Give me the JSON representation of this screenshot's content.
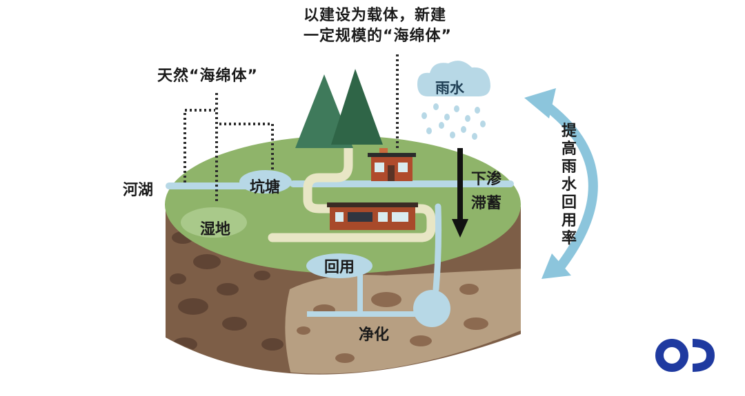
{
  "labels": {
    "built_sponge_line1": "以建设为载体，新建",
    "built_sponge_line2": "一定规模的“海绵体”",
    "natural_sponge": "天然“海绵体”",
    "rain": "雨水",
    "rivers_lakes": "河湖",
    "pond": "坑塘",
    "wetland": "湿地",
    "infiltrate": "下渗",
    "detain": "滞蓄",
    "reuse": "回用",
    "purify": "净化",
    "improve_reuse_rate": "提高雨水回用率"
  },
  "logo": {
    "text": "OD"
  },
  "colors": {
    "grass": "#8fb46a",
    "grass_light": "#a9c98a",
    "soil_top": "#b79f82",
    "soil_dark": "#7d5e47",
    "water": "#b7d8e6",
    "tree": "#3f7a5b",
    "arrow_blue": "#8cc5dc",
    "logo_blue": "#1f3aa0"
  }
}
